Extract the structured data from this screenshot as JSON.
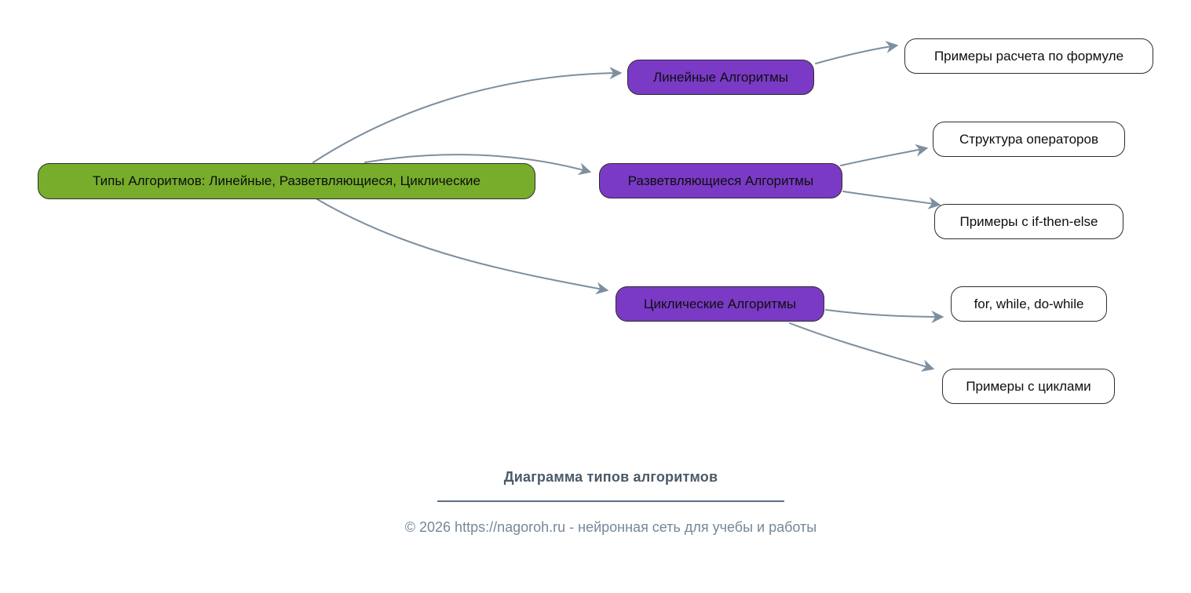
{
  "diagram": {
    "root": {
      "label": "Типы Алгоритмов: Линейные, Разветвляющиеся, Циклические"
    },
    "branches": [
      {
        "label": "Линейные Алгоритмы"
      },
      {
        "label": "Разветвляющиеся Алгоритмы"
      },
      {
        "label": "Циклические Алгоритмы"
      }
    ],
    "leaves": [
      {
        "label": "Примеры расчета по формуле"
      },
      {
        "label": "Структура операторов"
      },
      {
        "label": "Примеры с if-then-else"
      },
      {
        "label": "for, while, do-while"
      },
      {
        "label": "Примеры с циклами"
      }
    ],
    "colors": {
      "root_fill": "#77ad2b",
      "branch_fill": "#7a3ac5",
      "leaf_fill": "#ffffff",
      "node_border": "#2d2d2d",
      "edge": "#7d8fa0",
      "footer_title": "#4a5a68",
      "footer_divider": "#5d6e80",
      "footer_text": "#76879a"
    }
  },
  "footer": {
    "title": "Диаграмма типов алгоритмов",
    "copyright": "© 2026 https://nagoroh.ru - нейронная сеть для учебы и работы"
  }
}
